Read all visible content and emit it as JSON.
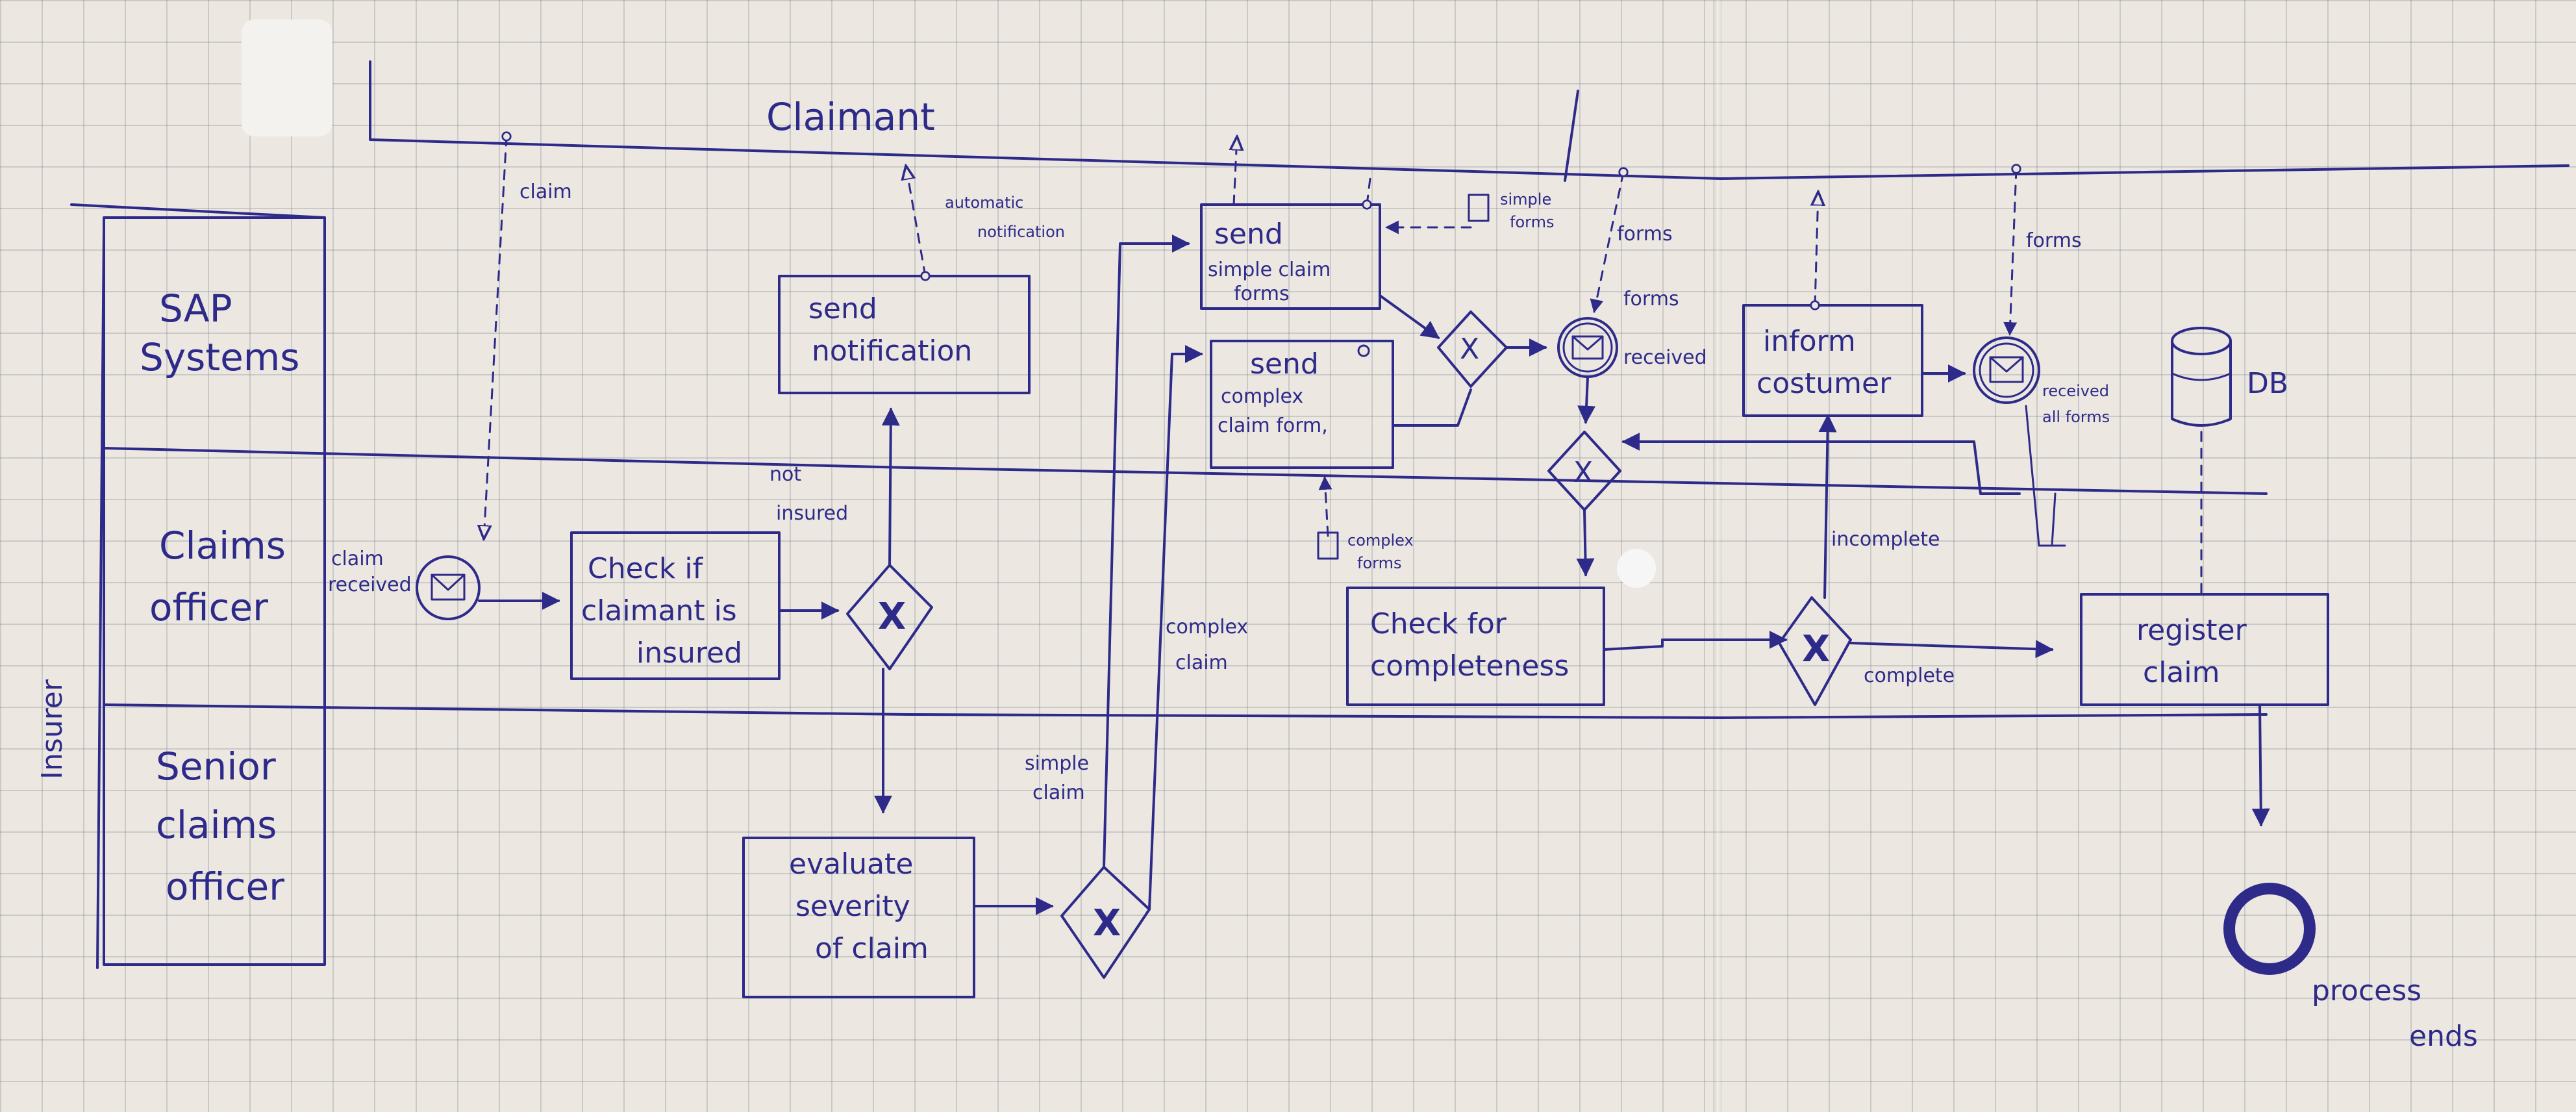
{
  "pools": {
    "claimant": "Claimant",
    "insurer": "Insurer"
  },
  "lanes": {
    "sap_line1": "SAP",
    "sap_line2": "Systems",
    "claims_officer_line1": "Claims",
    "claims_officer_line2": "officer",
    "senior_line1": "Senior",
    "senior_line2": "claims",
    "senior_line3": "officer"
  },
  "tasks": {
    "send_notification_line1": "send",
    "send_notification_line2": "notification",
    "check_insured_line1": "Check if",
    "check_insured_line2": "claimant is",
    "check_insured_line3": "insured",
    "evaluate_line1": "evaluate",
    "evaluate_line2": "severity",
    "evaluate_line3": "of claim",
    "send_simple_line1": "send",
    "send_simple_line2": "simple claim",
    "send_simple_line3": "forms",
    "send_complex_line1": "send",
    "send_complex_line2": "complex",
    "send_complex_line3": "claim form,",
    "check_completeness_line1": "Check for",
    "check_completeness_line2": "completeness",
    "inform_line1": "inform",
    "inform_line2": "costumer",
    "register_line1": "register",
    "register_line2": "claim"
  },
  "events": {
    "claim_received_line1": "claim",
    "claim_received_line2": "received",
    "forms_received_line1": "forms",
    "forms_received_line2": "received",
    "received_all_line1": "received",
    "received_all_line2": "all forms",
    "process_ends_line1": "process",
    "process_ends_line2": "ends"
  },
  "flow_labels": {
    "claim": "claim",
    "automatic_notification_line1": "automatic",
    "automatic_notification_line2": "notification",
    "not_insured_line1": "not",
    "not_insured_line2": "insured",
    "simple_claim_line1": "simple",
    "simple_claim_line2": "claim",
    "complex_claim_line1": "complex",
    "complex_claim_line2": "claim",
    "simple_forms_line1": "simple",
    "simple_forms_line2": "forms",
    "complex_forms_line1": "complex",
    "complex_forms_line2": "forms",
    "forms": "forms",
    "forms2": "forms",
    "incomplete": "incomplete",
    "complete": "complete"
  },
  "data_store": "DB",
  "gateway_marker": "X",
  "colors": {
    "ink": "#2e2a8a",
    "paper": "#ece8e1"
  }
}
